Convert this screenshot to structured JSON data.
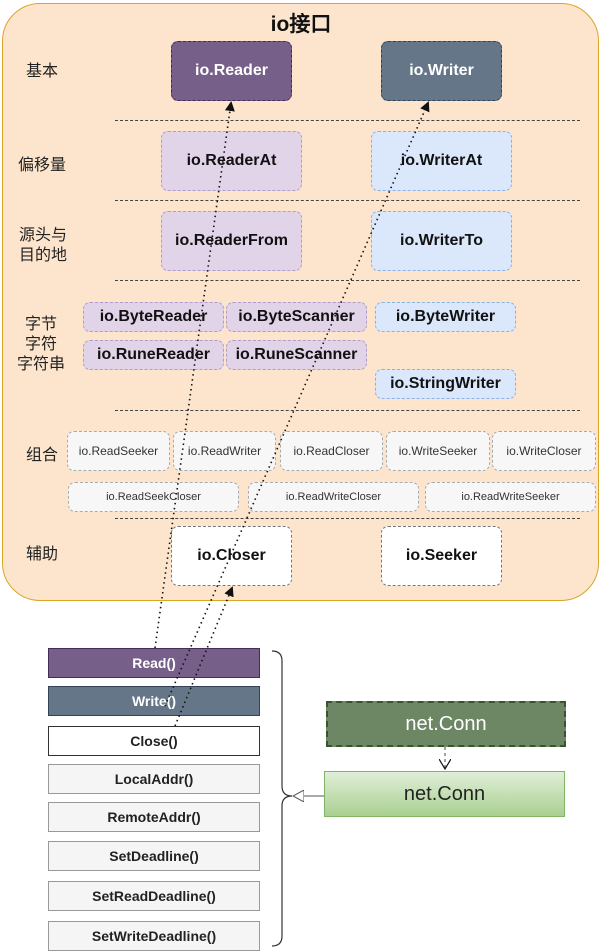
{
  "title": "io接口",
  "rows": {
    "basic": "基本",
    "offset": "偏移量",
    "source_dest": "源头与\n目的地",
    "byte_char": "字节\n字符\n字符串",
    "combo": "组合",
    "helper": "辅助"
  },
  "boxes": {
    "reader": "io.Reader",
    "writer": "io.Writer",
    "reader_at": "io.ReaderAt",
    "writer_at": "io.WriterAt",
    "reader_from": "io.ReaderFrom",
    "writer_to": "io.WriterTo",
    "byte_reader": "io.ByteReader",
    "byte_scanner": "io.ByteScanner",
    "byte_writer": "io.ByteWriter",
    "rune_reader": "io.RuneReader",
    "rune_scanner": "io.RuneScanner",
    "string_writer": "io.StringWriter",
    "closer": "io.Closer",
    "seeker": "io.Seeker"
  },
  "combos": [
    "io.ReadSeeker",
    "io.ReadWriter",
    "io.ReadCloser",
    "io.WriteSeeker",
    "io.WriteCloser"
  ],
  "combos2": [
    "io.ReadSeekCloser",
    "io.ReadWriteCloser",
    "io.ReadWriteSeeker"
  ],
  "methods": [
    "Read()",
    "Write()",
    "Close()",
    "LocalAddr()",
    "RemoteAddr()",
    "SetDeadline()",
    "SetReadDeadline()",
    "SetWriteDeadline()"
  ],
  "net_conn_interface": "net.Conn",
  "net_conn_impl": "net.Conn",
  "colors": {
    "panel": "#fde5cd",
    "panel_border": "#d9a526",
    "reader_fill": "#76608a",
    "writer_fill": "#647687",
    "purple_light": "#e2d4e8",
    "blue_light": "#dbe8fb",
    "conn_dark": "#6d8764",
    "conn_light": "#a9cf91"
  }
}
